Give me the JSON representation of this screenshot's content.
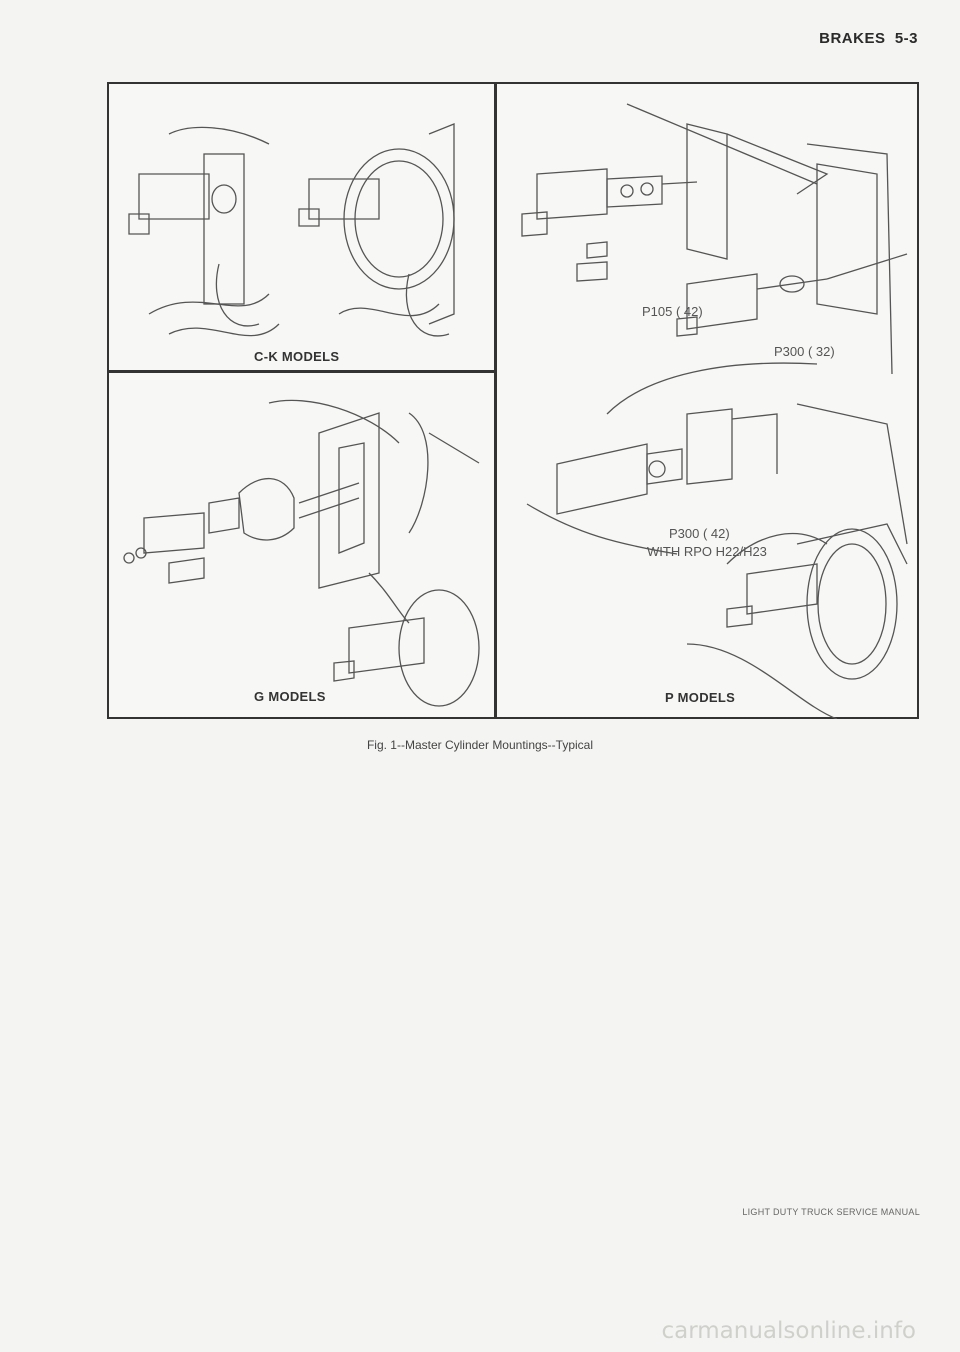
{
  "header": {
    "section": "BRAKES",
    "page": "5-3"
  },
  "figure": {
    "panels": {
      "ck": {
        "label": "C-K MODELS"
      },
      "g": {
        "label": "G MODELS"
      },
      "p": {
        "label": "P MODELS",
        "callouts": [
          "P105 ( 42)",
          "P300 ( 32)",
          "P300 ( 42)",
          "WITH RPO H22/H23"
        ]
      }
    },
    "caption": "Fig. 1--Master Cylinder Mountings--Typical"
  },
  "footer": {
    "manual": "LIGHT DUTY TRUCK SERVICE MANUAL"
  },
  "watermark": "carmanualsonline.info"
}
